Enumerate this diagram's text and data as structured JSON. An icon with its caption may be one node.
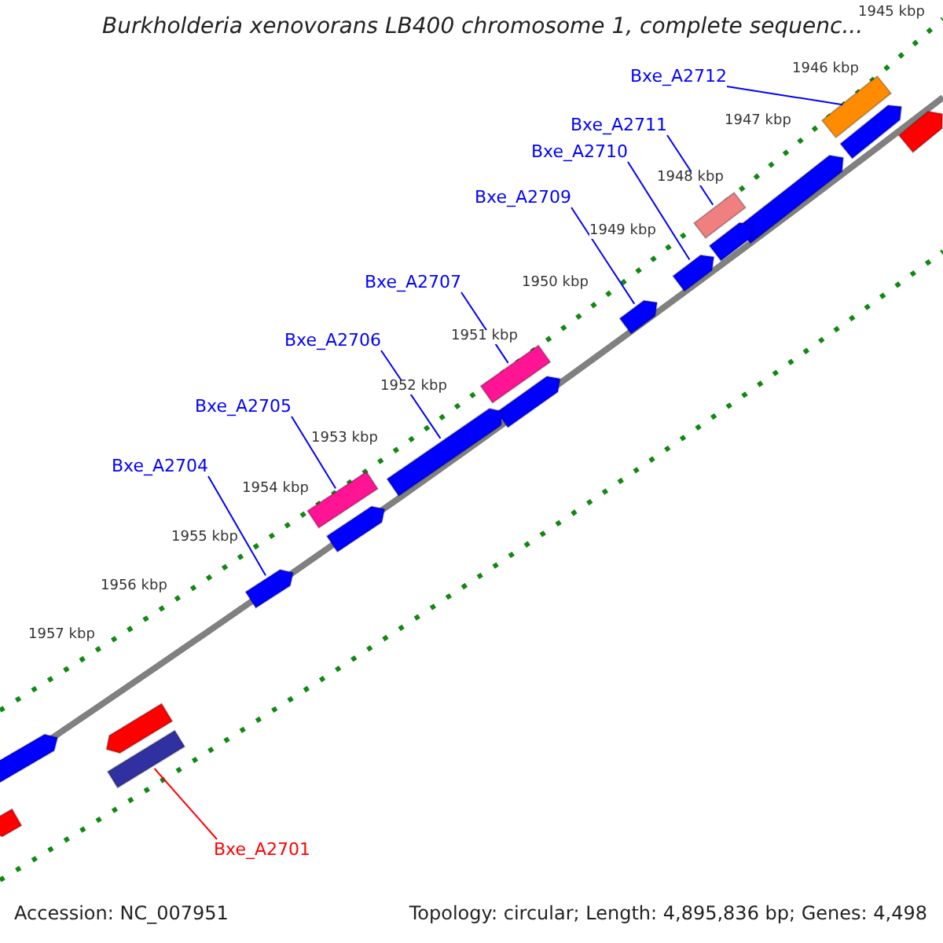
{
  "diagram": {
    "title": "Burkholderia xenovorans LB400 chromosome 1, complete sequenc...",
    "nodes": [
      {
        "text": [
          "Bxe_A2712"
        ]
      },
      {
        "text": [
          "Bxe_A2711"
        ]
      },
      {
        "text": [
          "Bxe_A2710"
        ]
      },
      {
        "text": [
          "Bxe_A2709"
        ]
      },
      {
        "text": [
          "Bxe_A2707"
        ]
      },
      {
        "text": [
          "Bxe_A2706"
        ]
      },
      {
        "text": [
          "Bxe_A2705"
        ]
      },
      {
        "text": [
          "Bxe_A2704"
        ]
      },
      {
        "text": [
          "Bxe_A2701"
        ]
      },
      {
        "text": [],
        "shape": "bar"
      },
      {
        "text": [],
        "shape": "bar"
      },
      {
        "text": [],
        "shape": "bar"
      },
      {
        "text": [],
        "shape": "bar"
      },
      {
        "text": [],
        "shape": "bar"
      },
      {
        "text": [],
        "shape": "bar"
      },
      {
        "text": [],
        "shape": "bar"
      },
      {
        "text": [],
        "shape": "bar"
      },
      {
        "text": [],
        "shape": "bar"
      },
      {
        "text": [],
        "shape": "bar"
      },
      {
        "text": [],
        "shape": "bar"
      },
      {
        "text": [],
        "shape": "bar"
      },
      {
        "text": [],
        "shape": "bar"
      },
      {
        "text": [],
        "shape": "bar"
      },
      {
        "text": [],
        "shape": "bar"
      },
      {
        "text": [],
        "shape": "bar"
      },
      {
        "text": [],
        "shape": "bar"
      },
      {
        "text": [],
        "shape": "bar"
      }
    ],
    "edges": [
      {
        "from": 0,
        "to": 10,
        "arrow": "none"
      },
      {
        "from": 1,
        "to": 13,
        "arrow": "none"
      },
      {
        "from": 2,
        "to": 15,
        "arrow": "none"
      },
      {
        "from": 3,
        "to": 16,
        "arrow": "none"
      },
      {
        "from": 4,
        "to": 17,
        "arrow": "none"
      },
      {
        "from": 5,
        "to": 19,
        "arrow": "none"
      },
      {
        "from": 6,
        "to": 20,
        "arrow": "none"
      },
      {
        "from": 7,
        "to": 22,
        "arrow": "none"
      },
      {
        "from": 8,
        "to": 25,
        "arrow": "none",
        "color": "#ff0000"
      }
    ],
    "labels": [
      "1945 kbp",
      "1946 kbp",
      "1947 kbp",
      "1948 kbp",
      "1949 kbp",
      "1950 kbp",
      "1951 kbp",
      "1952 kbp",
      "1953 kbp",
      "1954 kbp",
      "1955 kbp",
      "1956 kbp",
      "1957 kbp",
      "Accession: NC_007951",
      "Topology: circular; Length: 4,895,836 bp; Genes: 4,498"
    ]
  }
}
